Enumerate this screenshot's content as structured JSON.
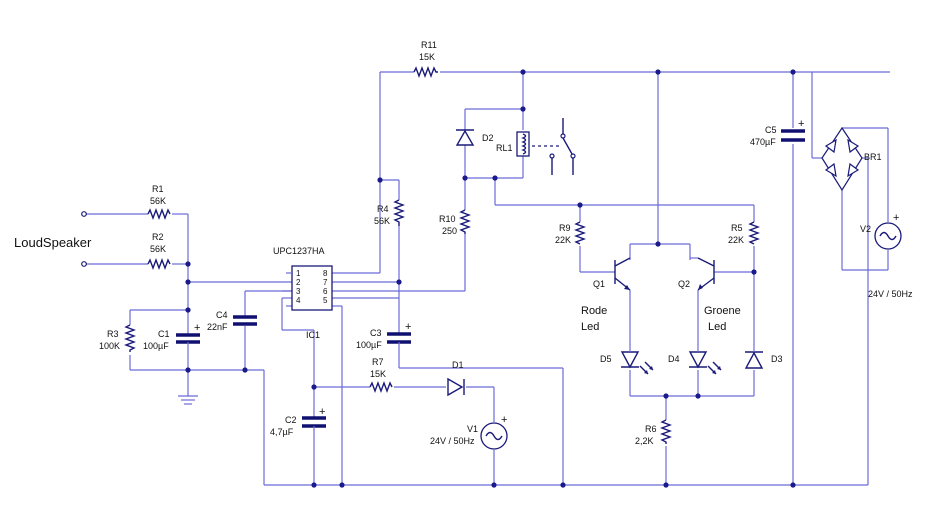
{
  "labels": {
    "loudspeaker": "LoudSpeaker",
    "ic_part": "UPC1237HA",
    "ic_ref": "IC1",
    "r1_ref": "R1",
    "r1_val": "56K",
    "r2_ref": "R2",
    "r2_val": "56K",
    "r3_ref": "R3",
    "r3_val": "100K",
    "r4_ref": "R4",
    "r4_val": "56K",
    "r5_ref": "R5",
    "r5_val": "22K",
    "r6_ref": "R6",
    "r6_val": "2,2K",
    "r7_ref": "R7",
    "r7_val": "15K",
    "r9_ref": "R9",
    "r9_val": "22K",
    "r10_ref": "R10",
    "r10_val": "250",
    "r11_ref": "R11",
    "r11_val": "15K",
    "c1_ref": "C1",
    "c1_val": "100µF",
    "c2_ref": "C2",
    "c2_val": "4,7µF",
    "c3_ref": "C3",
    "c3_val": "100µF",
    "c4_ref": "C4",
    "c4_val": "22nF",
    "c5_ref": "C5",
    "c5_val": "470µF",
    "d1_ref": "D1",
    "d2_ref": "D2",
    "d3_ref": "D3",
    "d4_ref": "D4",
    "d5_ref": "D5",
    "q1_ref": "Q1",
    "q2_ref": "Q2",
    "rl1_ref": "RL1",
    "br1_ref": "BR1",
    "v1_ref": "V1",
    "v1_val": "24V / 50Hz",
    "v2_ref": "V2",
    "v2_val": "24V / 50Hz",
    "rode_1": "Rode",
    "rode_2": "Led",
    "groene_1": "Groene",
    "groene_2": "Led",
    "plus": "+",
    "pins": [
      "1",
      "2",
      "3",
      "4",
      "8",
      "7",
      "6",
      "5"
    ]
  }
}
